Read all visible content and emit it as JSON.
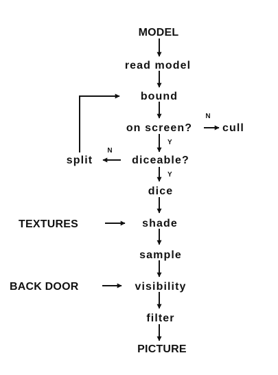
{
  "diagram": {
    "nodes": {
      "model": "MODEL",
      "read_model": "read  model",
      "bound": "bound",
      "on_screen": "on  screen?",
      "cull": "cull",
      "diceable": "diceable?",
      "split": "split",
      "dice": "dice",
      "textures": "TEXTURES",
      "shade": "shade",
      "sample": "sample",
      "back_door": "BACK DOOR",
      "visibility": "visibility",
      "filter": "filter",
      "picture": "PICTURE"
    },
    "edge_labels": {
      "on_screen_no": "N",
      "on_screen_yes": "Y",
      "diceable_no": "N",
      "diceable_yes": "Y"
    },
    "colors": {
      "ink": "#111111",
      "background": "#ffffff"
    }
  }
}
